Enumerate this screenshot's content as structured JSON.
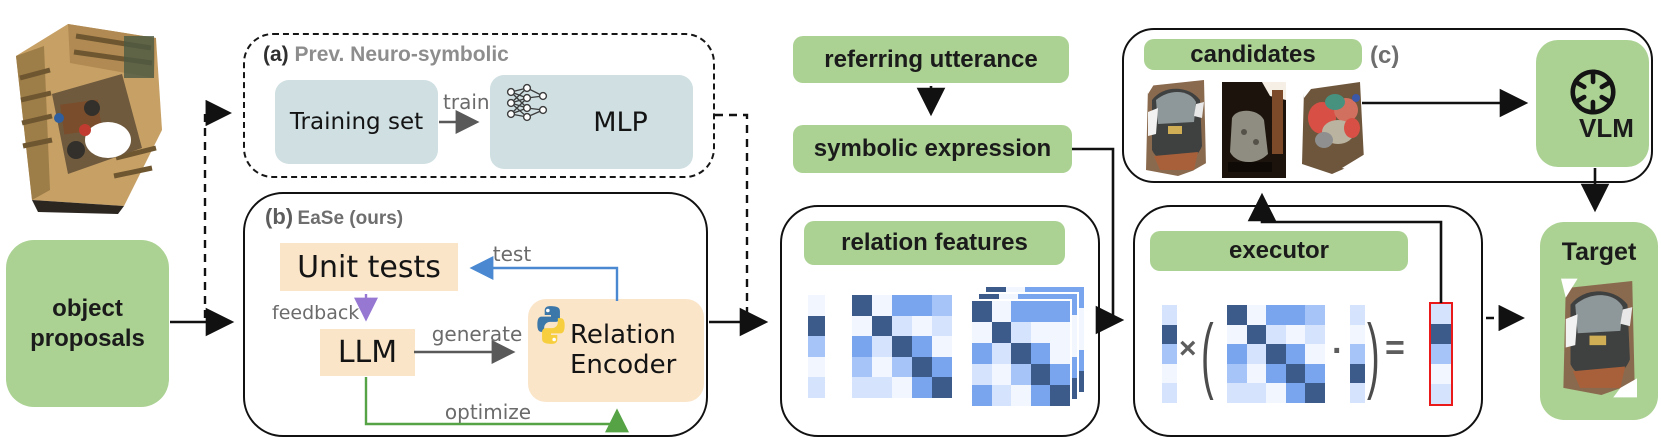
{
  "palette": {
    "W": "#f2f6fe",
    "L": "#d5e3fc",
    "M": "#79a4ee",
    "M2": "#a6c4f7",
    "D": "#3c5a8a"
  },
  "colors": {
    "green": "#abd293",
    "peach": "#fae5c9",
    "blue_gray": "#cfdfe2",
    "arrow_test_blue": "#4a89d2",
    "arrow_feedback_purple": "#9678d3",
    "arrow_optimize_green": "#55a345",
    "arrow_gray": "#595959",
    "result_red": "#ea1a1a"
  },
  "object_proposals": {
    "label": "object proposals"
  },
  "panel_a": {
    "tag": "(a)",
    "title": "Prev. Neuro-symbolic",
    "training_set_label": "Training set",
    "train_label": "train",
    "mlp_label": "MLP"
  },
  "panel_b": {
    "tag": "(b)",
    "title": "EaSe (ours)",
    "unit_tests_label": "Unit tests",
    "llm_label": "LLM",
    "relation_encoder_label": "Relation Encoder",
    "arrow_labels": {
      "test": "test",
      "feedback": "feedback",
      "generate": "generate",
      "optimize": "optimize"
    }
  },
  "pipeline": {
    "referring_utterance": "referring utterance",
    "symbolic_expression": "symbolic expression"
  },
  "relation_features": {
    "title": "relation features",
    "vector": [
      "W",
      "D",
      "M2",
      "W",
      "L"
    ],
    "matrix": [
      [
        "D",
        "W",
        "M",
        "M",
        "M2"
      ],
      [
        "W",
        "D",
        "L",
        "W",
        "L"
      ],
      [
        "M",
        "L",
        "D",
        "M",
        "W"
      ],
      [
        "M2",
        "W",
        "M2",
        "D",
        "M"
      ],
      [
        "L",
        "L",
        "W",
        "M",
        "D"
      ]
    ],
    "stacked_matrix": [
      [
        "D",
        "W",
        "M",
        "M",
        "M"
      ],
      [
        "W",
        "D",
        "L",
        "W",
        "W"
      ],
      [
        "M",
        "L",
        "D",
        "M",
        "W"
      ],
      [
        "L",
        "W",
        "M2",
        "D",
        "M"
      ],
      [
        "M",
        "L",
        "W",
        "M",
        "D"
      ]
    ]
  },
  "executor": {
    "title": "executor",
    "vector1": [
      "L",
      "D",
      "M2",
      "W",
      "L"
    ],
    "matrix": [
      [
        "D",
        "W",
        "M",
        "M",
        "M2"
      ],
      [
        "W",
        "D",
        "L",
        "W",
        "L"
      ],
      [
        "M",
        "L",
        "D",
        "M",
        "W"
      ],
      [
        "M2",
        "W",
        "M",
        "D",
        "M"
      ],
      [
        "L",
        "L",
        "W",
        "M",
        "D"
      ]
    ],
    "vector2": [
      "L",
      "W",
      "M2",
      "D",
      "L"
    ],
    "result": [
      "L",
      "D",
      "M2",
      "W",
      "L"
    ],
    "operators": {
      "times": "×",
      "open_paren": "(",
      "dot": "·",
      "close_paren": ")",
      "equals": "="
    }
  },
  "panel_c": {
    "tag": "(c)",
    "candidates_title": "candidates",
    "vlm_label": "VLM"
  },
  "target": {
    "label": "Target"
  }
}
